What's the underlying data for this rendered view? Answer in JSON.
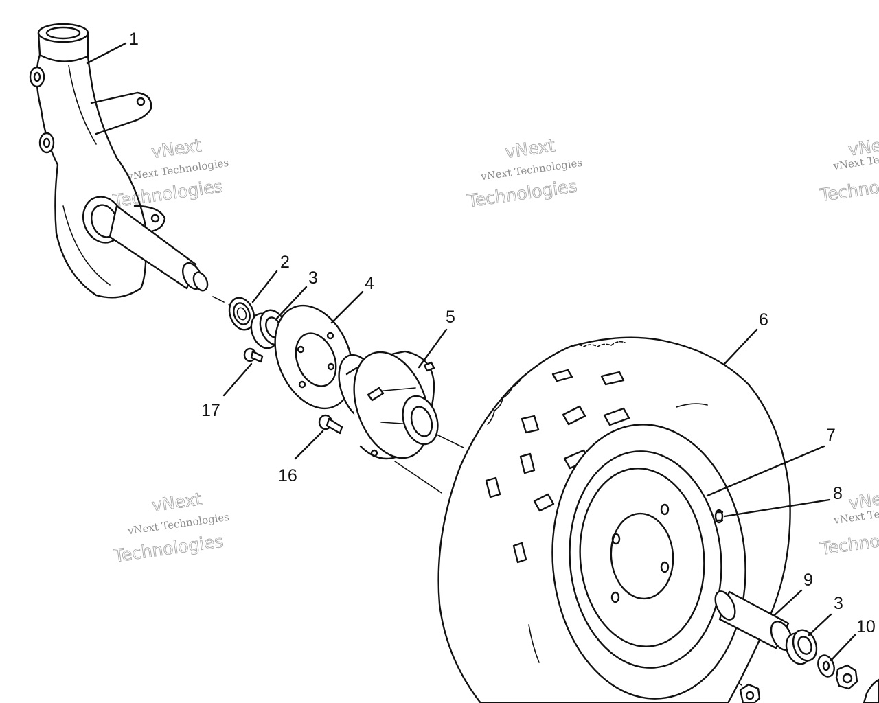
{
  "watermark": {
    "line1": "vNext",
    "line2": "vNext Technologies",
    "line3": "Technologies"
  },
  "callouts": [
    {
      "id": "c1",
      "label": "1"
    },
    {
      "id": "c2",
      "label": "2"
    },
    {
      "id": "c3a",
      "label": "3"
    },
    {
      "id": "c4",
      "label": "4"
    },
    {
      "id": "c5",
      "label": "5"
    },
    {
      "id": "c6",
      "label": "6"
    },
    {
      "id": "c7",
      "label": "7"
    },
    {
      "id": "c8",
      "label": "8"
    },
    {
      "id": "c9",
      "label": "9"
    },
    {
      "id": "c3b",
      "label": "3"
    },
    {
      "id": "c10",
      "label": "10"
    },
    {
      "id": "c16",
      "label": "16"
    },
    {
      "id": "c17",
      "label": "17"
    }
  ]
}
